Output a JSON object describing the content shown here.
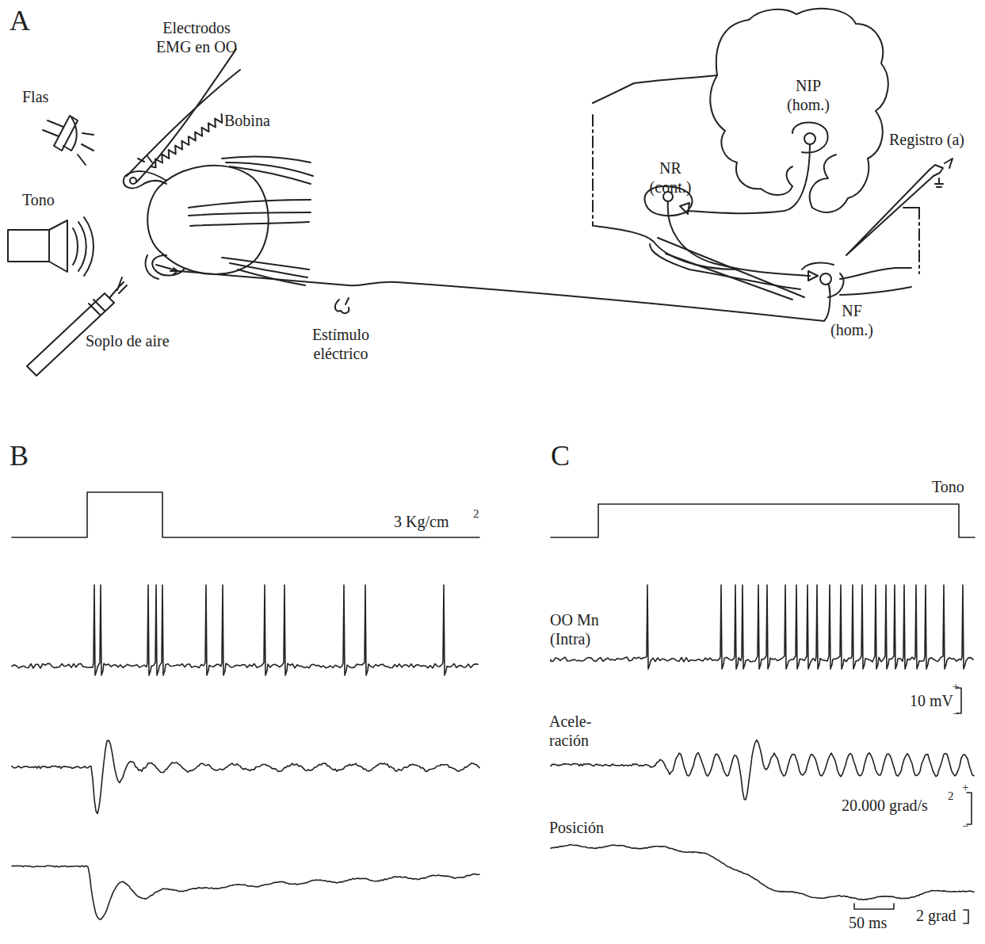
{
  "diagram": {
    "labels": [
      "A",
      "Electrodos EMG en OO",
      "Flas",
      "Bobina",
      "Tono",
      "Soplo de aire",
      "Estímulo eléctrico",
      "NIP (hom.)",
      "NR (cont.)",
      "Registro (a)",
      "NF (hom.)",
      "B",
      "C",
      "3 Kg/cm",
      "2",
      "Tono",
      "OO Mn (Intra)",
      "10 mV",
      "+",
      "−",
      "Acele- ración",
      "20.000 grad/s",
      "2",
      "+",
      "−",
      "Posición",
      "50 ms",
      "2 grad"
    ]
  }
}
